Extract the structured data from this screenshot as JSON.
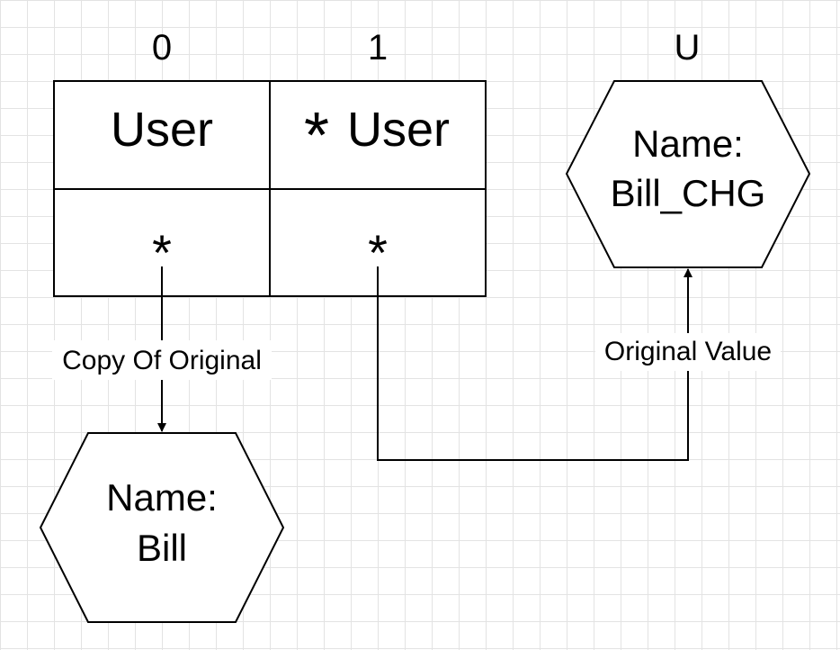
{
  "column_indices": {
    "col0": "0",
    "col1": "1",
    "colU": "U"
  },
  "table": {
    "row1": {
      "col0": "User",
      "col1_star": "*",
      "col1_text": "User"
    },
    "row2": {
      "col0": "*",
      "col1": "*"
    }
  },
  "nodes": {
    "bill": {
      "line1": "Name:",
      "line2": "Bill"
    },
    "bill_chg": {
      "line1": "Name:",
      "line2": "Bill_CHG"
    }
  },
  "edges": {
    "copy_label": "Copy Of Original",
    "original_label": "Original Value"
  },
  "colors": {
    "stroke": "#000000",
    "background": "#ffffff",
    "grid": "#e3e3e3"
  }
}
